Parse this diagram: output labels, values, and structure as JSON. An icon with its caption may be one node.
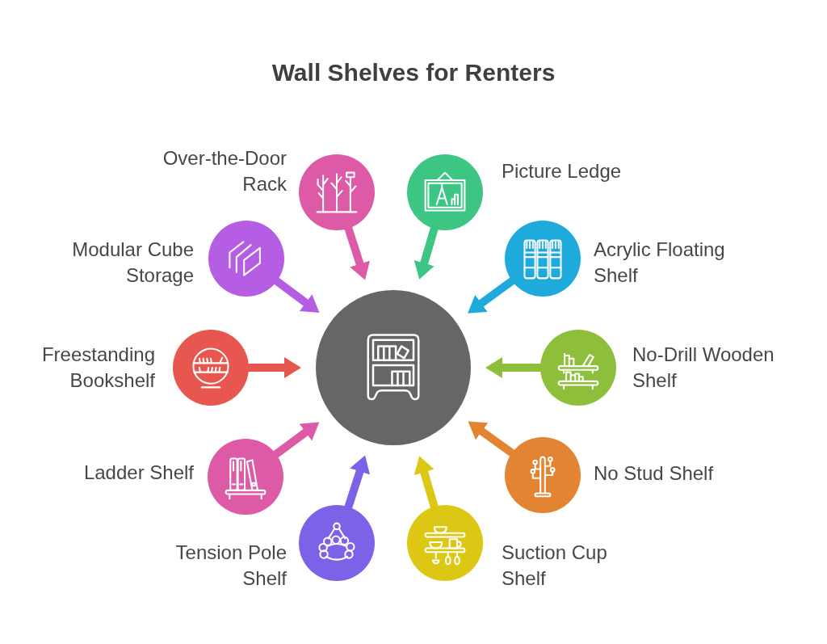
{
  "diagram": {
    "title": "Wall Shelves for Renters",
    "nodes": [
      {
        "text": [
          "Over-the-Door Rack"
        ]
      },
      {
        "text": [
          "Picture Ledge"
        ]
      },
      {
        "text": [
          "Modular Cube Storage"
        ]
      },
      {
        "text": [
          "Acrylic Floating Shelf"
        ]
      },
      {
        "text": [
          "Freestanding Bookshelf"
        ]
      },
      {
        "text": [],
        "shape": "circle"
      },
      {
        "text": [
          "No-Drill Wooden Shelf"
        ]
      },
      {
        "text": [
          "Ladder Shelf"
        ]
      },
      {
        "text": [
          "No Stud Shelf"
        ]
      },
      {
        "text": [
          "Tension Pole Shelf"
        ]
      },
      {
        "text": [
          "Suction Cup Shelf"
        ]
      }
    ],
    "edges": [
      {
        "from": 0,
        "to": 5,
        "arrow": "to",
        "color": "#dd5aa6"
      },
      {
        "from": 1,
        "to": 5,
        "arrow": "to",
        "color": "#3cc583"
      },
      {
        "from": 2,
        "to": 5,
        "arrow": "to",
        "color": "#b55de3"
      },
      {
        "from": 3,
        "to": 5,
        "arrow": "to",
        "color": "#1eabdc"
      },
      {
        "from": 4,
        "to": 5,
        "arrow": "to",
        "color": "#e85650"
      },
      {
        "from": 6,
        "to": 5,
        "arrow": "to",
        "color": "#8dbf3a"
      },
      {
        "from": 7,
        "to": 5,
        "arrow": "to",
        "color": "#dd5aa6"
      },
      {
        "from": 8,
        "to": 5,
        "arrow": "to",
        "color": "#e28431"
      },
      {
        "from": 9,
        "to": 5,
        "arrow": "to",
        "color": "#7c62e6"
      },
      {
        "from": 10,
        "to": 5,
        "arrow": "to",
        "color": "#dcc814"
      }
    ]
  }
}
